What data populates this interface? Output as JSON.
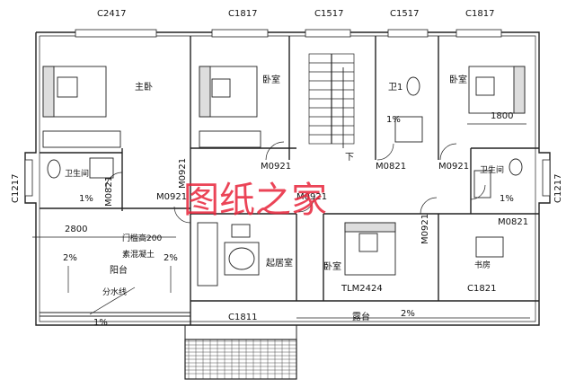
{
  "watermark": "图纸之家",
  "top_windows": {
    "master_window": "C2417",
    "bedroom2_window": "C1817",
    "stair_window": "C1517",
    "bath_window": "C1517",
    "bedroom3_window": "C1817"
  },
  "left_window": "C1217",
  "right_window": "C1217",
  "rooms": {
    "master_bedroom": "主卧",
    "bedroom2": "卧室",
    "bath1": "卫1",
    "bedroom3": "卧室",
    "left_bathroom": "卫生间",
    "right_bathroom": "卫生间",
    "balcony": "阳台",
    "living": "起居室",
    "bedroom4": "卧室",
    "study": "书房",
    "terrace": "露台"
  },
  "doors": {
    "door_bedroom2": "M0921",
    "door_bath1": "M0821",
    "door_bedroom3": "M0921",
    "door_left_bath": "M0821",
    "door_living_left": "M0921",
    "door_living_left2": "M0921",
    "door_center": "M0921",
    "door_bedroom4": "M0921",
    "door_right_bath": "M0821"
  },
  "other_labels": {
    "stair_down": "下",
    "dim_2800": "2800",
    "dim_1800": "1800",
    "sill": "门槛高200",
    "sill_sub": "素混凝土",
    "parting_line": "分水线",
    "window_tlm": "TLM2424",
    "window_study": "C1821",
    "window_living": "C1811"
  },
  "slopes": {
    "bath_left": "1%",
    "bath1": "1%",
    "bath_right": "1%",
    "balcony_a": "2%",
    "balcony_b": "2%",
    "balcony_bottom": "1%",
    "terrace": "2%"
  }
}
